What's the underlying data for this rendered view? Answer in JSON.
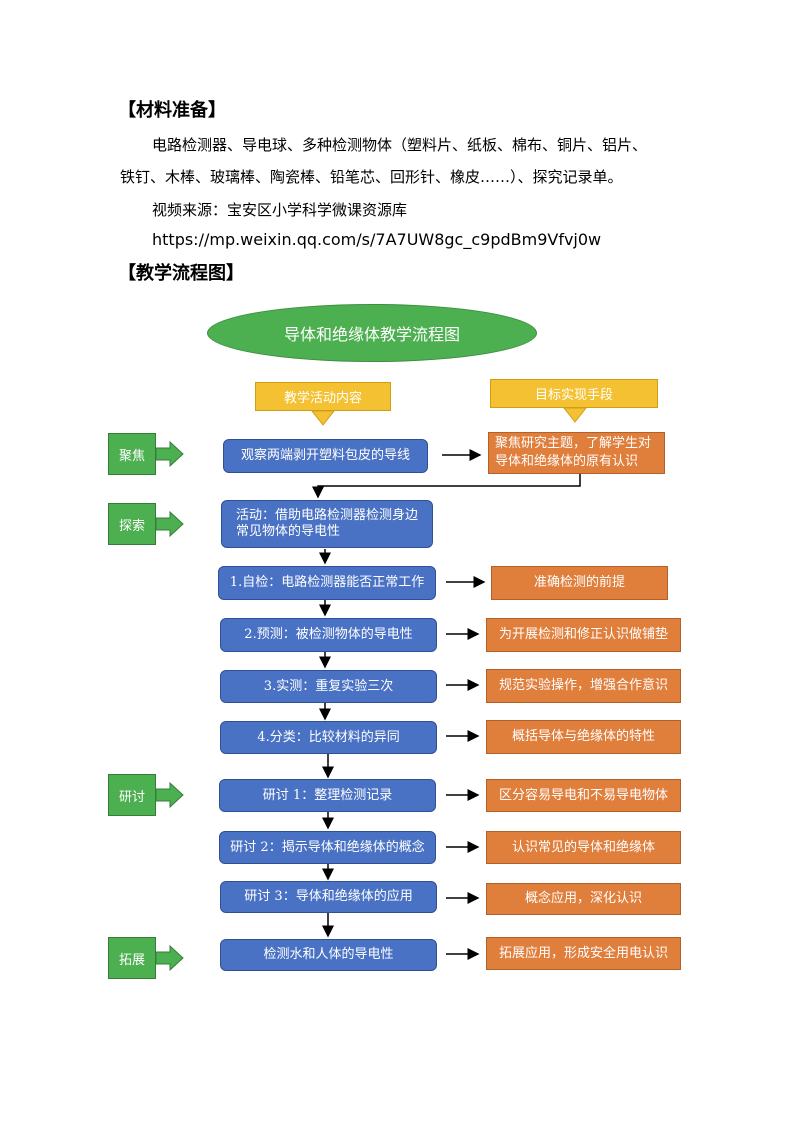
{
  "materials": {
    "heading": "【材料准备】",
    "line1": "电路检测器、导电球、多种检测物体（塑料片、纸板、棉布、铜片、铝片、",
    "line2": "铁钉、木棒、玻璃棒、陶瓷棒、铅笔芯、回形针、橡皮……）、探究记录单。",
    "source": "视频来源：宝安区小学科学微课资源库",
    "url": "https://mp.weixin.qq.com/s/7A7UW8gc_c9pdBm9Vfvj0w"
  },
  "flow": {
    "heading": "【教学流程图】",
    "title": "导体和绝缘体教学流程图",
    "col_left": "教学活动内容",
    "col_right": "目标实现手段",
    "stages": {
      "focus": "聚焦",
      "explore": "探索",
      "discuss": "研讨",
      "extend": "拓展"
    },
    "steps": [
      "观察两端剥开塑料包皮的导线",
      "活动：借助电路检测器检测身边常见物体的导电性",
      "1.自检：电路检测器能否正常工作",
      "2.预测：被检测物体的导电性",
      "3.实测：重复实验三次",
      "4.分类：比较材料的异同",
      "研讨 1：整理检测记录",
      "研讨 2：揭示导体和绝缘体的概念",
      "研讨 3：导体和绝缘体的应用",
      "检测水和人体的导电性"
    ],
    "goals": [
      "聚焦研究主题，了解学生对导体和绝缘体的原有认识",
      "准确检测的前提",
      "为开展检测和修正认识做铺垫",
      "规范实验操作，增强合作意识",
      "概括导体与绝缘体的特性",
      "区分容易导电和不易导电物体",
      "认识常见的导体和绝缘体",
      "概念应用，深化认识",
      "拓展应用，形成安全用电认识"
    ]
  }
}
